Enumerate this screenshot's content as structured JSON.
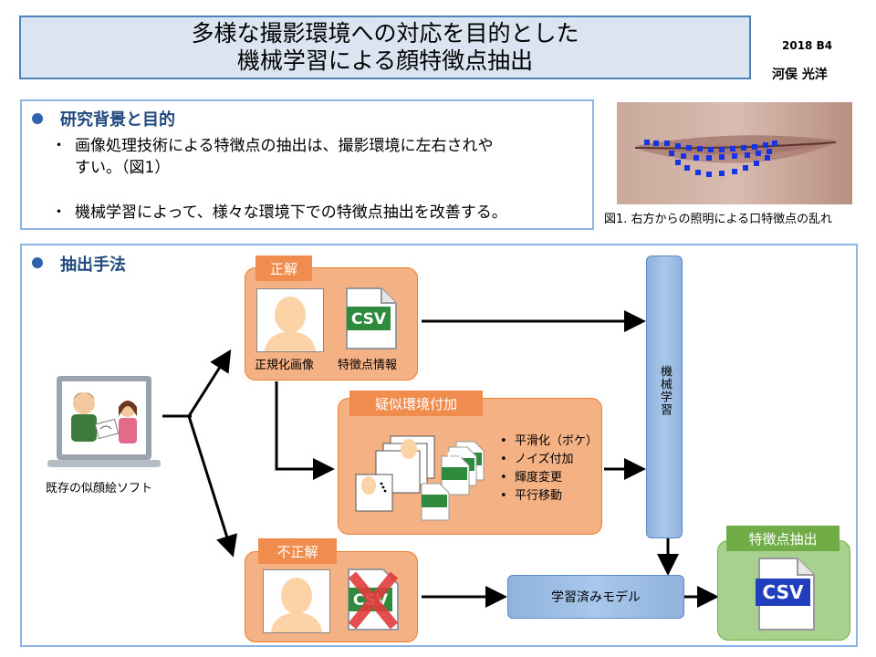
{
  "title": {
    "line1": "多様な撮影環境への対応を目的とした",
    "line2": "機械学習による顔特徴点抽出"
  },
  "meta": {
    "year": "2018 B4",
    "author": "河俣 光洋"
  },
  "background": {
    "heading": "研究背景と目的",
    "bullets": [
      {
        "marker": "・",
        "line1": "画像処理技術による特徴点の抽出は、撮影環境に左右されや",
        "line2": "すい。（図1）"
      },
      {
        "marker": "・",
        "line1": "機械学習によって、様々な環境下での特徴点抽出を改善する。"
      }
    ]
  },
  "figure": {
    "caption": "図1. 右方からの照明による口特徴点の乱れ"
  },
  "method": {
    "heading": "抽出手法",
    "source_label": "既存の似顔絵ソフト",
    "correct": {
      "tag": "正解",
      "image_label": "正規化画像",
      "data_label": "特徴点情報"
    },
    "augment": {
      "tag": "疑似環境付加",
      "items": [
        "平滑化（ボケ）",
        "ノイズ付加",
        "輝度変更",
        "平行移動"
      ]
    },
    "incorrect": {
      "tag": "不正解"
    },
    "ml_label": "機械学習",
    "model_label": "学習済みモデル",
    "output": {
      "tag": "特徴点抽出"
    },
    "csv_text": "CSV",
    "colors": {
      "orange": "#f4b183",
      "orange_tag": "#f08c4d",
      "blue_bar": "#8fb2de",
      "green": "#a9d18e",
      "green_tag": "#70ad47",
      "csv_green": "#2e8b3e",
      "csv_blue": "#1f3fbf",
      "cross_red": "#e03c3c"
    }
  }
}
